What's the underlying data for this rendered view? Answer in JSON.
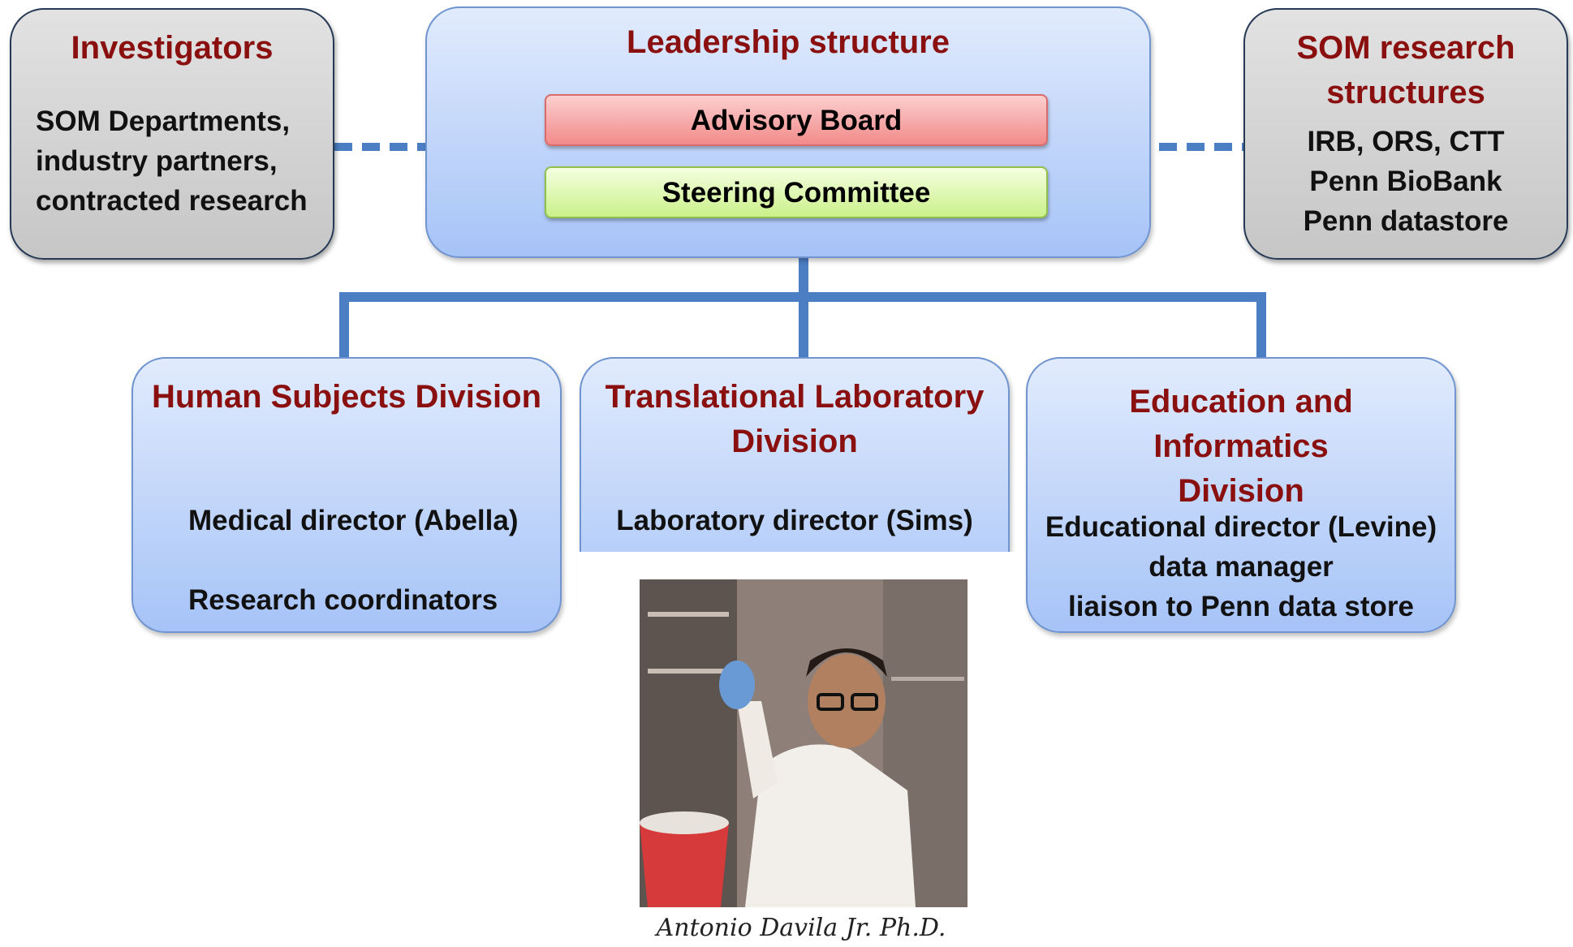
{
  "investigators": {
    "title": "Investigators",
    "lines": [
      "SOM Departments,",
      "industry partners,",
      "contracted research"
    ]
  },
  "leadership": {
    "title": "Leadership structure",
    "advisory_board": "Advisory Board",
    "steering_committee": "Steering Committee"
  },
  "som_research": {
    "title_lines": [
      "SOM research",
      "structures"
    ],
    "lines": [
      "IRB, ORS, CTT",
      "Penn BioBank",
      "Penn datastore"
    ]
  },
  "divisions": [
    {
      "title_lines": [
        "Human Subjects Division"
      ],
      "lines": [
        "Medical director (Abella)",
        "Research coordinators"
      ]
    },
    {
      "title_lines": [
        "Translational Laboratory",
        "Division"
      ],
      "lines": [
        "Laboratory director (Sims)"
      ]
    },
    {
      "title_lines": [
        "Education and",
        "Informatics",
        "Division"
      ],
      "lines": [
        "Educational director (Levine)",
        "data manager",
        "liaison to Penn data store"
      ]
    }
  ],
  "photo_caption": "Antonio Davila Jr. Ph.D.",
  "colors": {
    "title_red": "#8a1010",
    "connector_blue": "#4c7ec3",
    "advisory_fill": "#f28a8a",
    "steering_fill": "#cbf08a"
  }
}
